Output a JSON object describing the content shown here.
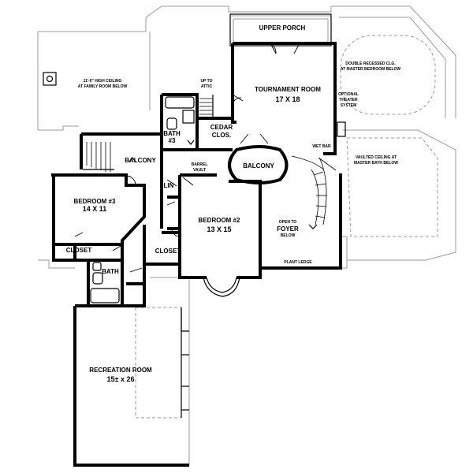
{
  "rooms": {
    "upper_porch": "UPPER PORCH",
    "tournament": {
      "name": "TOURNAMENT ROOM",
      "size": "17 X 18"
    },
    "bedroom3": {
      "name": "BEDROOM #3",
      "size": "14 X 11"
    },
    "bedroom2": {
      "name": "BEDROOM #2",
      "size": "13 X 15"
    },
    "recreation": {
      "name": "RECREATION ROOM",
      "size": "15± x 26"
    },
    "bath3": {
      "line1": "BATH",
      "line2": "#3"
    },
    "bath": "BATH",
    "closet_left": "CLOSET",
    "closet_right": "CLOSET",
    "cedar": {
      "line1": "CEDAR",
      "line2": "CLOS."
    },
    "lin": "LIN",
    "balcony_left": "BALCONY",
    "balcony_center": "BALCONY"
  },
  "notes": {
    "ceiling_family": {
      "line1": "11'-0\" HIGH CEILING",
      "line2": "AT FAMILY ROOM BELOW"
    },
    "up_to_attic": {
      "line1": "UP TO",
      "line2": "ATTIC"
    },
    "double_recessed": {
      "line1": "DOUBLE RECESSED CLG.",
      "line2": "AT MASTER BEDROOM BELOW"
    },
    "theater": {
      "line1": "OPTIONAL",
      "line2": "THEATER",
      "line3": "SYSTEM"
    },
    "wet_bar": "WET BAR",
    "vaulted": {
      "line1": "VAULTED CEILING AT",
      "line2": "MASTER BATH BELOW"
    },
    "barrel": {
      "line1": "BARREL",
      "line2": "VAULT"
    },
    "open_foyer": {
      "line1": "OPEN TO",
      "line2": "FOYER",
      "line3": "BELOW"
    },
    "plant_ledge": "PLANT LEDGE"
  }
}
